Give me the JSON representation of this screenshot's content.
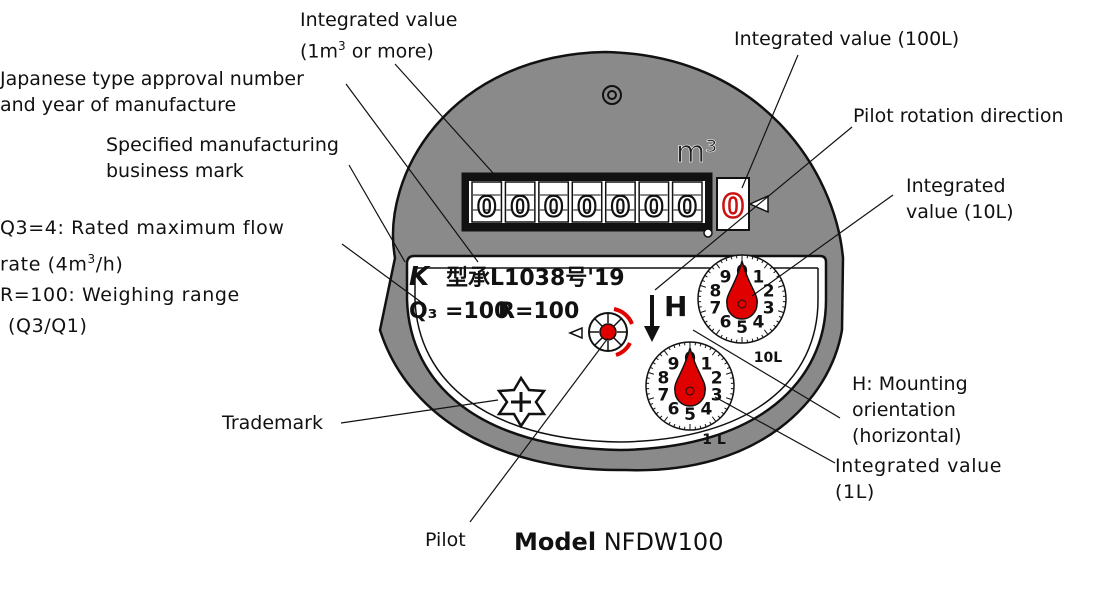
{
  "labels": {
    "integrated_1m3": {
      "line1": "Integrated value",
      "line2_pre": "(1m",
      "line2_sup": "3",
      "line2_post": " or more)"
    },
    "integrated_100l": "Integrated value (100L)",
    "type_approval": {
      "line1": "Japanese type approval number",
      "line2": "and year of manufacture"
    },
    "pilot_rotation": "Pilot rotation direction",
    "business_mark": {
      "line1": "Specified manufacturing",
      "line2": "business mark"
    },
    "integrated_10l": {
      "line1": "Integrated",
      "line2": "value (10L)"
    },
    "q3": {
      "line1": "Q3=4: Rated maximum flow",
      "line2_pre": "rate (4m",
      "line2_sup": "3",
      "line2_post": "/h)",
      "line3": "R=100: Weighing range",
      "line4": "(Q3/Q1)"
    },
    "trademark": "Trademark",
    "mounting": {
      "line1": "H: Mounting",
      "line2": "orientation",
      "line3": "(horizontal)"
    },
    "integrated_1l": {
      "line1": "Integrated value",
      "line2": "(1L)"
    },
    "pilot": "Pilot"
  },
  "model": {
    "bold": "Model",
    "name": " NFDW100"
  },
  "meter": {
    "unit": "m³",
    "odometer_digits": [
      "0",
      "0",
      "0",
      "0",
      "0",
      "0",
      "0"
    ],
    "red_digit": "0",
    "approval_text": "型承L1038号'19",
    "k_mark": "K",
    "spec_q3": "Q₃ =100",
    "spec_r": "R=100",
    "h_mark": "H",
    "dial_10l_label": "10L",
    "dial_1l_label": "1 L",
    "dial_numbers": [
      "1",
      "2",
      "3",
      "4",
      "5",
      "6",
      "7",
      "8",
      "9"
    ]
  },
  "colors": {
    "body_gray": "#8a8a8a",
    "needle_red": "#e00000",
    "digit_red": "#cc1111",
    "odometer_black": "#111111"
  }
}
